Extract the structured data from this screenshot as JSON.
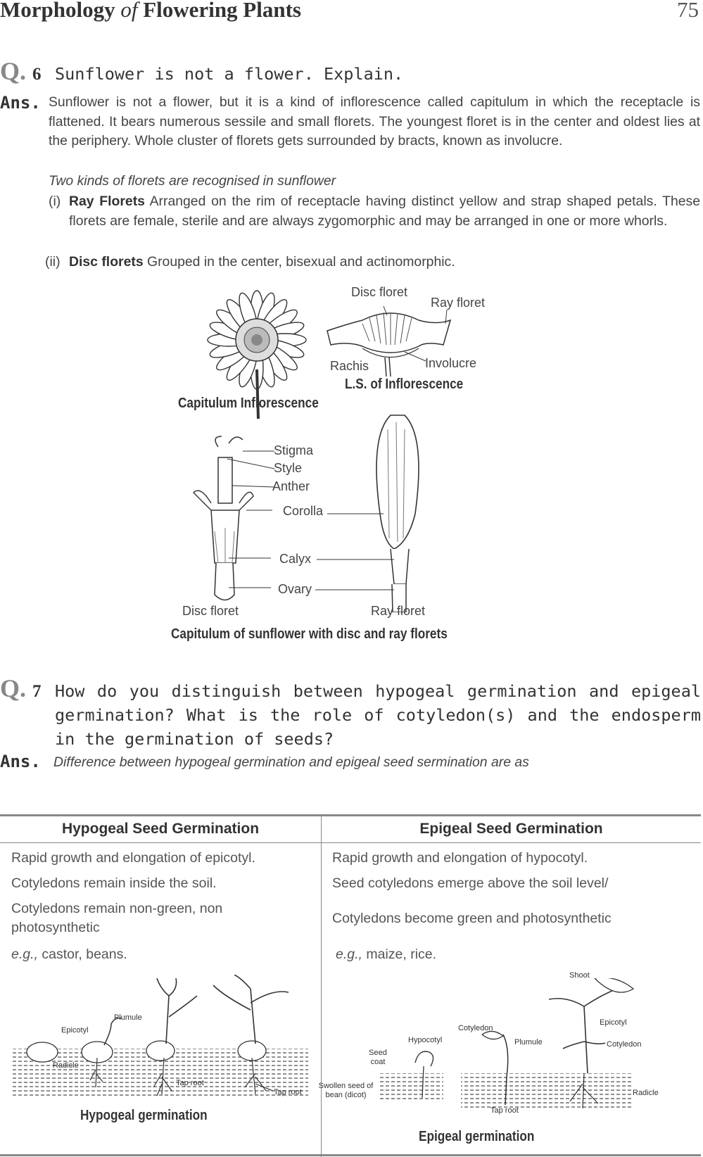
{
  "header": {
    "title_part1": "Morphology",
    "title_part2": "of",
    "title_part3": "Flowering Plants",
    "page_number": "75"
  },
  "q6": {
    "label": "Q.",
    "number": "6",
    "question": "Sunflower is not a flower. Explain.",
    "ans_label": "Ans.",
    "answer_para": "Sunflower is not a flower, but it is a kind of inflorescence called capitulum in which the receptacle is flattened. It bears numerous sessile and small florets. The youngest floret is in the center and oldest lies at the periphery. Whole cluster of florets gets surrounded by bracts, known as involucre.",
    "kinds_intro": "Two kinds of florets are recognised in sunflower",
    "item1_num": "(i)",
    "item1_bold": "Ray Florets",
    "item1_text": "Arranged on the rim of receptacle having distinct yellow and strap shaped petals. These florets are female, sterile and are always zygomorphic and may be arranged in one or more whorls.",
    "item2_num": "(ii)",
    "item2_bold": "Disc florets",
    "item2_text": "Grouped in the center, bisexual and actinomorphic."
  },
  "fig1": {
    "disc_floret": "Disc floret",
    "ray_floret": "Ray floret",
    "rachis": "Rachis",
    "involucre": "Involucre",
    "ls_caption": "L.S. of Inflorescence",
    "capitulum_caption": "Capitulum Inflorescence"
  },
  "fig2": {
    "stigma": "Stigma",
    "style": "Style",
    "anther": "Anther",
    "corolla": "Corolla",
    "calyx": "Calyx",
    "ovary": "Ovary",
    "disc_floret": "Disc floret",
    "ray_floret": "Ray floret",
    "caption": "Capitulum of sunflower with disc and ray florets"
  },
  "q7": {
    "label": "Q.",
    "number": "7",
    "question": "How do you distinguish between hypogeal germination and epigeal germination? What is the role of cotyledon(s) and the endosperm in the germination of seeds?",
    "ans_label": "Ans.",
    "answer_intro": "Difference between hypogeal germination and epigeal seed sermination are as"
  },
  "table": {
    "headers": [
      "Hypogeal Seed Germination",
      "Epigeal Seed Germination"
    ],
    "rows": [
      [
        "Rapid growth and elongation of epicotyl.",
        "Rapid growth and elongation of hypocotyl."
      ],
      [
        "Cotyledons remain inside the soil.",
        "Seed cotyledons emerge above the soil level/"
      ],
      [
        "Cotyledons remain non-green, non photosynthetic",
        "Cotyledons become green and photosynthetic"
      ]
    ],
    "eg_label": "e.g.,",
    "eg_left": "castor, beans.",
    "eg_right": "maize, rice."
  },
  "hypogeal_fig": {
    "plumule": "Plumule",
    "epicotyl": "Epicotyl",
    "radicle": "Radicle",
    "tap_root1": "Tap root",
    "tap_root2": "Tap root",
    "caption": "Hypogeal germination"
  },
  "epigeal_fig": {
    "shoot": "Shoot",
    "epicotyl": "Epicotyl",
    "cotyledon_top": "Cotyledon",
    "cotyledon_right": "Cotyledon",
    "hypocotyl": "Hypocotyl",
    "plumule": "Plumule",
    "seed_coat": "Seed coat",
    "swollen_seed": "Swollen seed of bean (dicot)",
    "radicle": "Radicle",
    "tap_root": "Tap root",
    "caption": "Epigeal germination"
  }
}
